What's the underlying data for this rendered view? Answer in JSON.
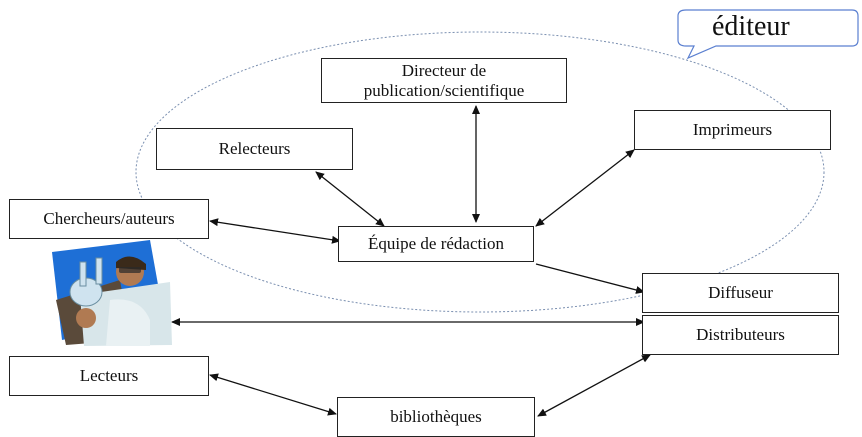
{
  "publisher_label": "éditeur",
  "nodes": {
    "directeur": "Directeur de publication/scientifique",
    "relecteurs": "Relecteurs",
    "imprimeurs": "Imprimeurs",
    "chercheurs": "Chercheurs/auteurs",
    "equipe": "Équipe de rédaction",
    "diffuseur": "Diffuseur",
    "distributeurs": "Distributeurs",
    "lecteurs": "Lecteurs",
    "bibliotheques": "bibliothèques"
  },
  "colors": {
    "ellipse_stroke": "#7a8fb0",
    "callout_stroke": "#5a7fd0",
    "line": "#111111"
  },
  "icons": {
    "scientist": "scientist-clipart-icon"
  }
}
